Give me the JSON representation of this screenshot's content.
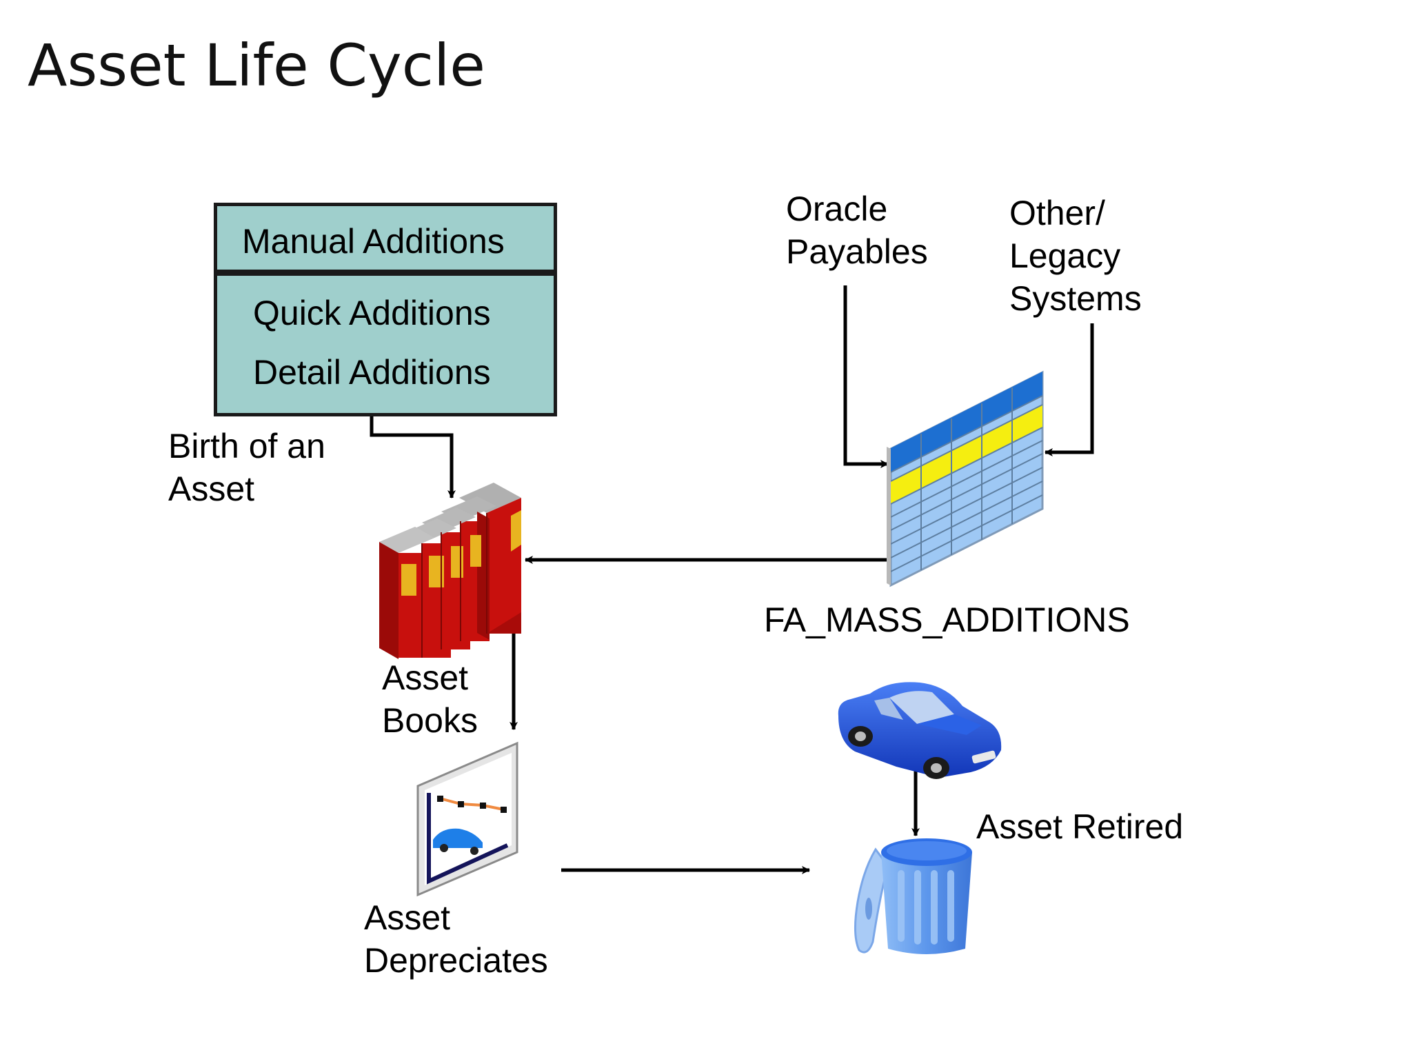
{
  "title": "Asset Life Cycle",
  "additions_box": {
    "header": "Manual Additions",
    "items": [
      "Quick Additions",
      "Detail Additions"
    ]
  },
  "labels": {
    "birth_line1": "Birth of an",
    "birth_line2": "Asset",
    "books_line1": "Asset",
    "books_line2": "Books",
    "depreciates_line1": "Asset",
    "depreciates_line2": "Depreciates",
    "payables_line1": "Oracle",
    "payables_line2": "Payables",
    "legacy_line1": "Other/",
    "legacy_line2": "Legacy",
    "legacy_line3": "Systems",
    "mass_additions": "FA_MASS_ADDITIONS",
    "retired": "Asset Retired"
  },
  "colors": {
    "box_fill": "#9fcfcc",
    "book_red": "#c8100d",
    "book_tab": "#e8b420",
    "table_blue": "#9ec8f4",
    "table_header": "#1d6fd1",
    "table_highlight": "#f5ee10",
    "car_blue": "#1f4fe0",
    "trash_blue": "#6da2ee"
  },
  "icons": [
    "books-icon",
    "depreciation-chart-icon",
    "table-icon",
    "car-icon",
    "trash-can-icon"
  ]
}
